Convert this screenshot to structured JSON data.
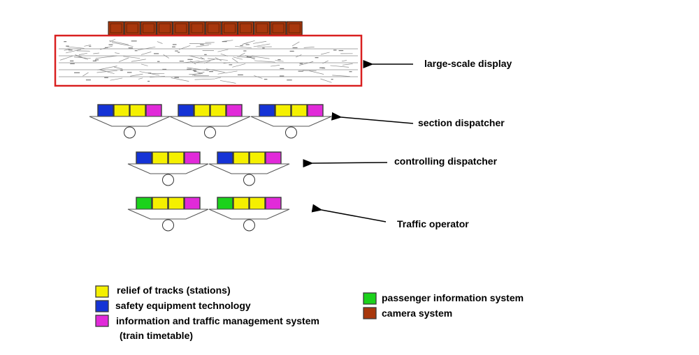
{
  "colors": {
    "blue": "#1533d6",
    "yellow": "#f5f000",
    "magenta": "#e12ad9",
    "green": "#1bd21b",
    "brown": "#a8370c",
    "display_border": "#d92020",
    "outline": "#3a3a3a"
  },
  "display_label": "large-scale display",
  "section_label": "section dispatcher",
  "controlling_label": "controlling dispatcher",
  "traffic_label": "Traffic operator",
  "legend": {
    "relief": "relief of tracks (stations)",
    "safety": "safety equipment technology",
    "info_line1": "information and traffic management system",
    "info_line2": "(train timetable)",
    "passenger": "passenger information system",
    "camera": "camera system"
  },
  "workstations": {
    "section_screens": [
      "blue",
      "yellow",
      "yellow",
      "magenta"
    ],
    "controlling_screens": [
      "blue",
      "yellow",
      "yellow",
      "magenta"
    ],
    "traffic_screens": [
      "green",
      "yellow",
      "yellow",
      "magenta"
    ]
  }
}
